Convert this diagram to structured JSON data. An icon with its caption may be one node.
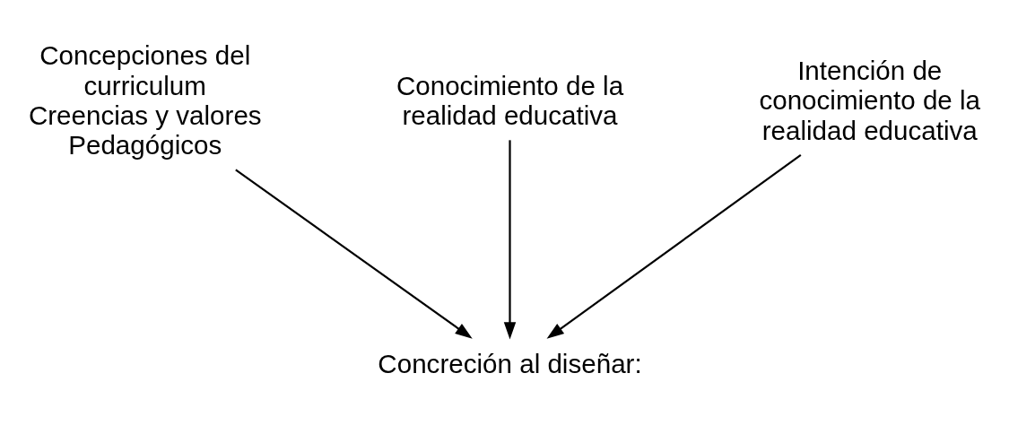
{
  "diagram": {
    "nodes": [
      {
        "text": [
          "Concepciones del curriculum",
          "Creencias y valores Pedagógicos"
        ]
      },
      {
        "text": [
          "Conocimiento de la realidad educativa"
        ]
      },
      {
        "text": [
          "Intención de conocimiento de la realidad educativa"
        ]
      },
      {
        "text": [
          "Concreción al diseñar:"
        ]
      }
    ],
    "edges": [
      {
        "from": 0,
        "to": 3,
        "arrow": "to"
      },
      {
        "from": 1,
        "to": 3,
        "arrow": "to"
      },
      {
        "from": 2,
        "to": 3,
        "arrow": "to"
      }
    ]
  }
}
